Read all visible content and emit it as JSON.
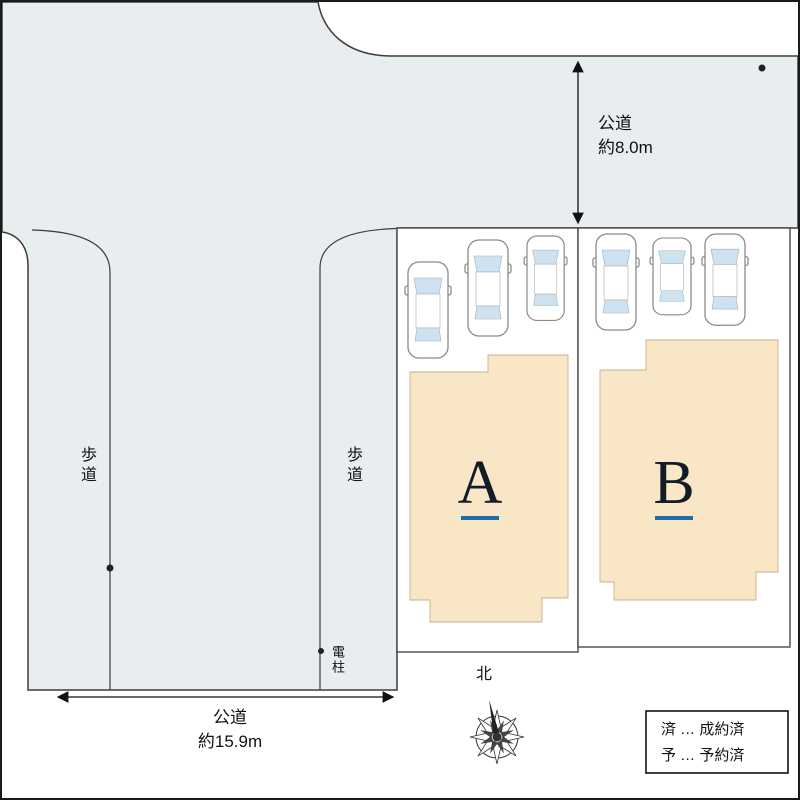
{
  "roads": {
    "top": {
      "name": "公道",
      "value": "約8.0m"
    },
    "bottom": {
      "name": "公道",
      "value": "約15.9m"
    },
    "sidewalk_left": "歩道",
    "sidewalk_center": "歩道",
    "utility_pole": "電柱"
  },
  "plots": {
    "a": {
      "label": "A"
    },
    "b": {
      "label": "B"
    }
  },
  "compass": {
    "north_label": "北"
  },
  "legend": {
    "items": [
      {
        "text": "済 … 成約済"
      },
      {
        "text": "予 … 予約済"
      }
    ]
  },
  "colors": {
    "road_fill": "#e8edef",
    "building_fill": "#f9e6c6",
    "car_window": "#cfe2f0",
    "plot_underline": "#1c6ea4",
    "line": "#3c3c3c"
  }
}
